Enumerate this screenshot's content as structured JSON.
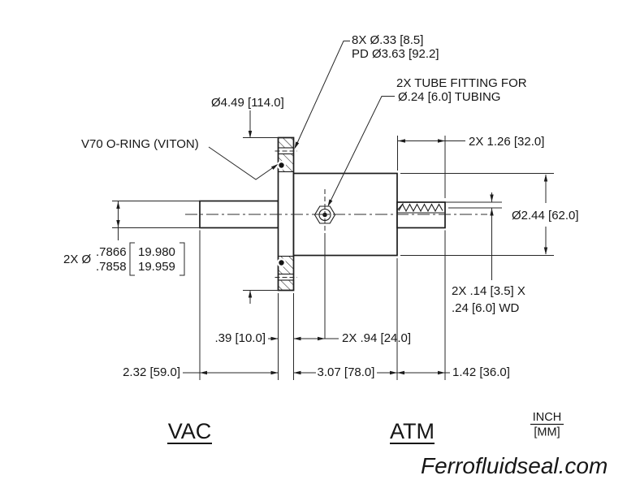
{
  "drawing": {
    "ink_color": "#1c1c1c",
    "background_color": "#ffffff",
    "callouts": {
      "bolt_circle_line1": "8X Ø.33 [8.5]",
      "bolt_circle_line2": "PD Ø3.63 [92.2]",
      "tube_fitting_line1": "2X TUBE FITTING FOR",
      "tube_fitting_line2": "Ø.24 [6.0] TUBING",
      "flange_od": "Ø4.49 [114.0]",
      "oring": "V70 O-RING (VITON)"
    },
    "dimensions": {
      "shaft_extension": "2X 1.26 [32.0]",
      "body_od": "Ø2.44 [62.0]",
      "groove_line1": "2X .14 [3.5] X",
      "groove_line2": ".24 [6.0] WD",
      "bore": {
        "prefix": "2X Ø",
        "in_upper": ".7866",
        "in_lower": ".7858",
        "mm_upper": "19.980",
        "mm_lower": "19.959"
      },
      "flange_thickness": ".39 [10.0]",
      "fitting_offset": "2X .94 [24.0]",
      "left_length": "2.32 [59.0]",
      "body_length": "3.07 [78.0]",
      "right_length": "1.42 [36.0]"
    },
    "labels": {
      "vac_side": "VAC",
      "atm_side": "ATM",
      "units_top": "INCH",
      "units_bottom": "[MM]",
      "brand": "Ferrofluidseal.com"
    }
  }
}
